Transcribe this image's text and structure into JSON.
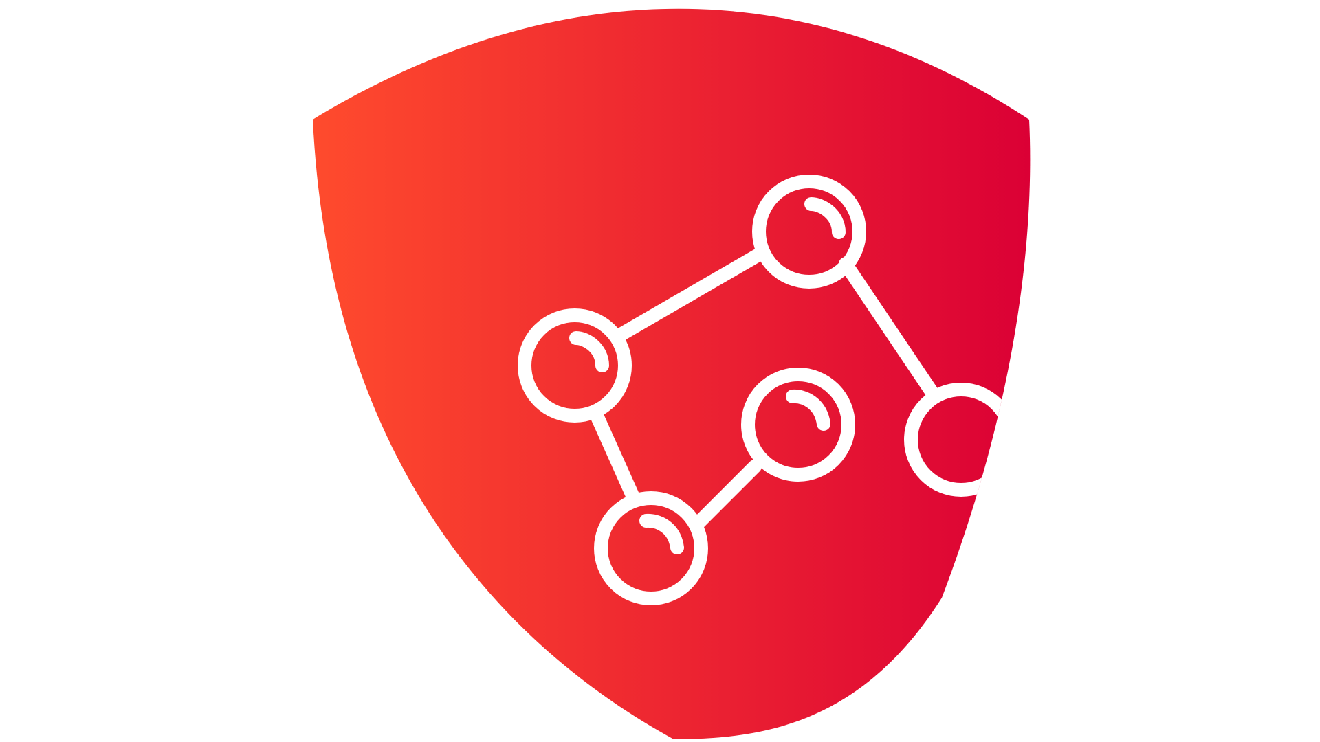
{
  "logo": {
    "icon": "shield-molecule-icon",
    "colors": {
      "background": "#ffffff",
      "gradient_start": "#ff4b2d",
      "gradient_end": "#db0035",
      "stroke": "#ffffff"
    },
    "atoms": [
      {
        "name": "molecule-atom-top"
      },
      {
        "name": "molecule-atom-left"
      },
      {
        "name": "molecule-atom-middle"
      },
      {
        "name": "molecule-atom-bottom"
      },
      {
        "name": "molecule-atom-right"
      }
    ],
    "bonds": [
      {
        "name": "molecule-bond-left-top"
      },
      {
        "name": "molecule-bond-top-right"
      },
      {
        "name": "molecule-bond-left-bottom"
      },
      {
        "name": "molecule-bond-bottom-middle"
      }
    ]
  }
}
